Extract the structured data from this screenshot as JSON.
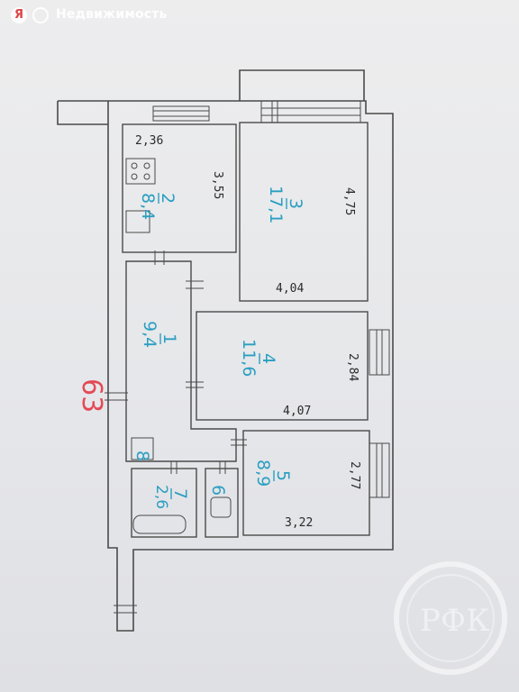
{
  "watermark": {
    "logo_letter": "Я",
    "text": "Недвижимость"
  },
  "building_number": "63",
  "rooms": [
    {
      "number": "1",
      "area": "9,4"
    },
    {
      "number": "2",
      "area": "8,4"
    },
    {
      "number": "3",
      "area": "17,1"
    },
    {
      "number": "4",
      "area": "11,6"
    },
    {
      "number": "5",
      "area": "8,9"
    },
    {
      "number": "6",
      "area": ""
    },
    {
      "number": "7",
      "area": "2,6"
    },
    {
      "number": "8",
      "area": ""
    }
  ],
  "dimensions": {
    "kitchen_width": "2,36",
    "kitchen_depth": "3,55",
    "room3_depth": "4,75",
    "room3_width": "4,04",
    "room4_depth": "2,84",
    "room4_width": "4,07",
    "room5_depth": "2,77",
    "room5_width": "3,22"
  },
  "seal": {
    "letters": "РФК"
  }
}
